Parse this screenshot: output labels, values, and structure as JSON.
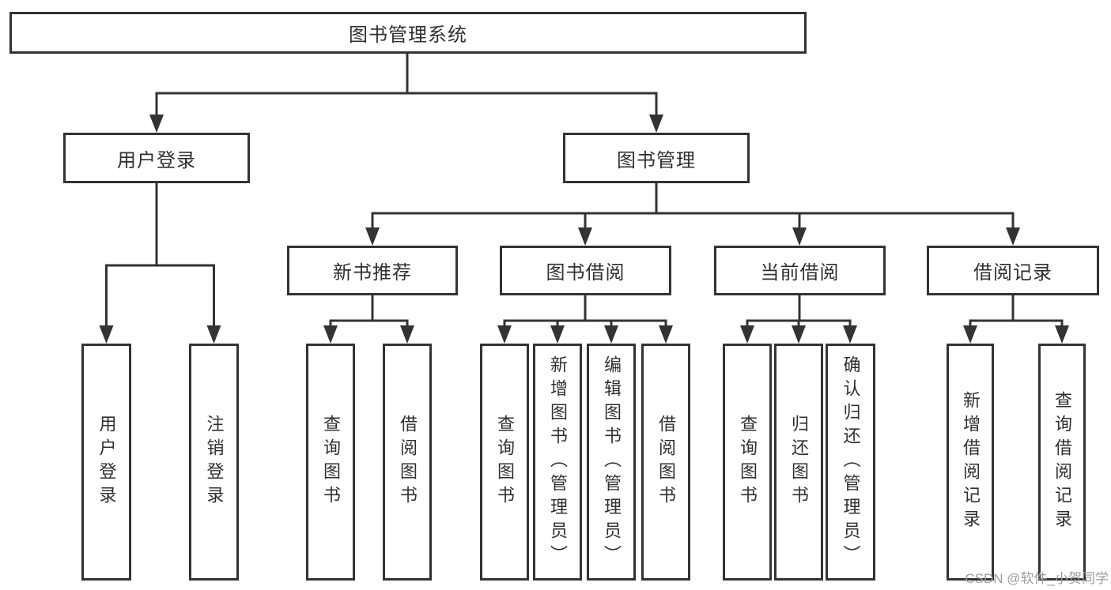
{
  "diagram": {
    "title": "图书管理系统",
    "level2": [
      {
        "label": "用户登录"
      },
      {
        "label": "图书管理"
      }
    ],
    "level3": [
      {
        "label": "新书推荐",
        "parent": "图书管理"
      },
      {
        "label": "图书借阅",
        "parent": "图书管理"
      },
      {
        "label": "当前借阅",
        "parent": "图书管理"
      },
      {
        "label": "借阅记录",
        "parent": "图书管理"
      }
    ],
    "leaves": [
      {
        "label": "用户登录",
        "parent": "用户登录"
      },
      {
        "label": "注销登录",
        "parent": "用户登录"
      },
      {
        "label": "查询图书",
        "parent": "新书推荐"
      },
      {
        "label": "借阅图书",
        "parent": "新书推荐"
      },
      {
        "label": "查询图书",
        "parent": "图书借阅"
      },
      {
        "label": "新增图书（管理员）",
        "parent": "图书借阅"
      },
      {
        "label": "编辑图书（管理员）",
        "parent": "图书借阅"
      },
      {
        "label": "借阅图书",
        "parent": "图书借阅"
      },
      {
        "label": "查询图书",
        "parent": "当前借阅"
      },
      {
        "label": "归还图书",
        "parent": "当前借阅"
      },
      {
        "label": "确认归还（管理员）",
        "parent": "当前借阅"
      },
      {
        "label": "新增借阅记录",
        "parent": "借阅记录"
      },
      {
        "label": "查询借阅记录",
        "parent": "借阅记录"
      }
    ]
  },
  "watermark": "CSDN @软件_小贺同学",
  "colors": {
    "border": "#333333",
    "text": "#303030",
    "line": "#333333",
    "watermark": "#9c9c9c",
    "background": "#ffffff"
  }
}
